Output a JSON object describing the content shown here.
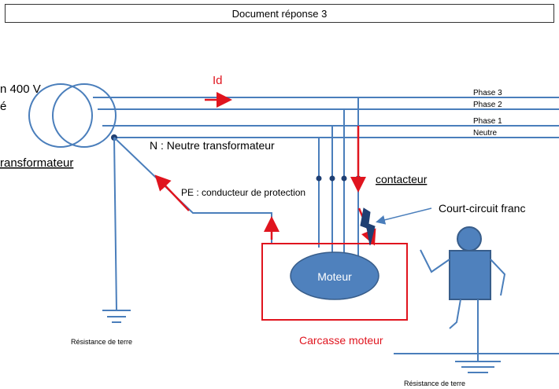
{
  "title": "Document réponse 3",
  "left_texts": {
    "voltage": "n 400 V",
    "partial": "é",
    "transformer": "ransformateur"
  },
  "labels": {
    "current": "Id",
    "phase3": "Phase 3",
    "phase2": "Phase 2",
    "phase1": "Phase 1",
    "neutre": "Neutre",
    "neutral_line": "N : Neutre transformateur",
    "pe_line": "PE : conducteur de protection",
    "contactor": "contacteur",
    "short_circuit": "Court-circuit franc",
    "motor": "Moteur",
    "motor_frame": "Carcasse moteur",
    "earth_left": "Résistance de terre",
    "earth_right": "Résistance de terre"
  },
  "colors": {
    "wire": "#4a7ebb",
    "fault": "#e0141e",
    "motor_fill": "#4f81bd",
    "person_fill": "#4f81bd"
  }
}
